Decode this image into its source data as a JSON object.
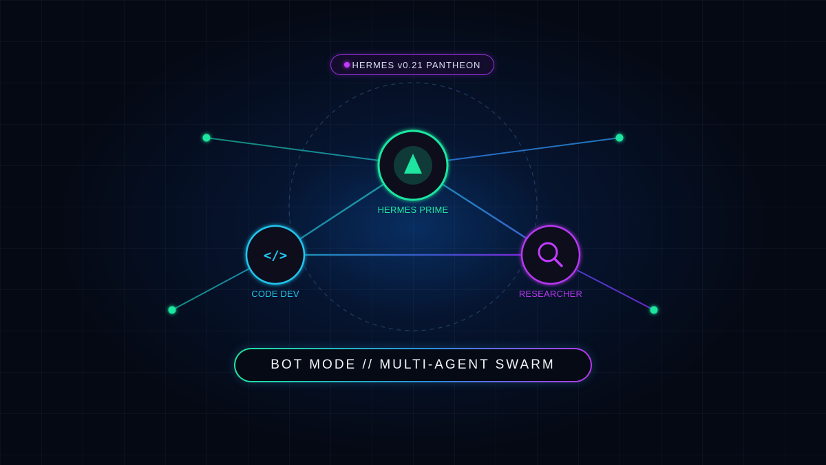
{
  "badge": {
    "text": "HERMES v0.21 PANTHEON",
    "dot_color": "#c23cff"
  },
  "nodes": {
    "prime": {
      "label": "HERMES PRIME",
      "icon": "triangle-icon",
      "color": "#1ee6a0"
    },
    "code_dev": {
      "label": "CODE DEV",
      "icon": "code-icon",
      "icon_text": "</>",
      "color": "#22c6f0"
    },
    "researcher": {
      "label": "RESEARCHER",
      "icon": "search-icon",
      "color": "#b837f0"
    }
  },
  "satellite_color": "#1ee6a0",
  "banner": {
    "text": "BOT MODE // MULTI-AGENT SWARM"
  },
  "colors": {
    "background": "#050914",
    "accent_green": "#1ee6a0",
    "accent_cyan": "#22c6f0",
    "accent_blue": "#2a8ee0",
    "accent_purple": "#b837f0"
  }
}
